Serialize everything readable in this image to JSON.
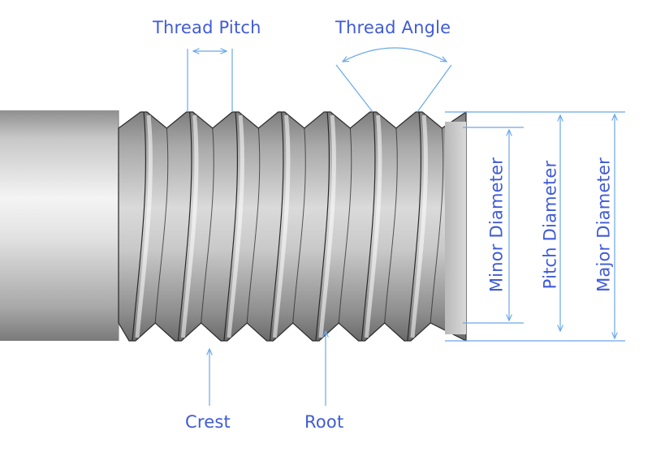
{
  "labels": {
    "thread_pitch": "Thread Pitch",
    "thread_angle": "Thread Angle",
    "crest": "Crest",
    "root": "Root",
    "minor_diameter": "Minor Diameter",
    "pitch_diameter": "Pitch Diameter",
    "major_diameter": "Major Diameter"
  },
  "colors": {
    "annotation": "#3f5bd6",
    "dimension_line": "#6aa8e8",
    "steel_light": "#eeeeee",
    "steel_dark": "#6f6f6f"
  }
}
